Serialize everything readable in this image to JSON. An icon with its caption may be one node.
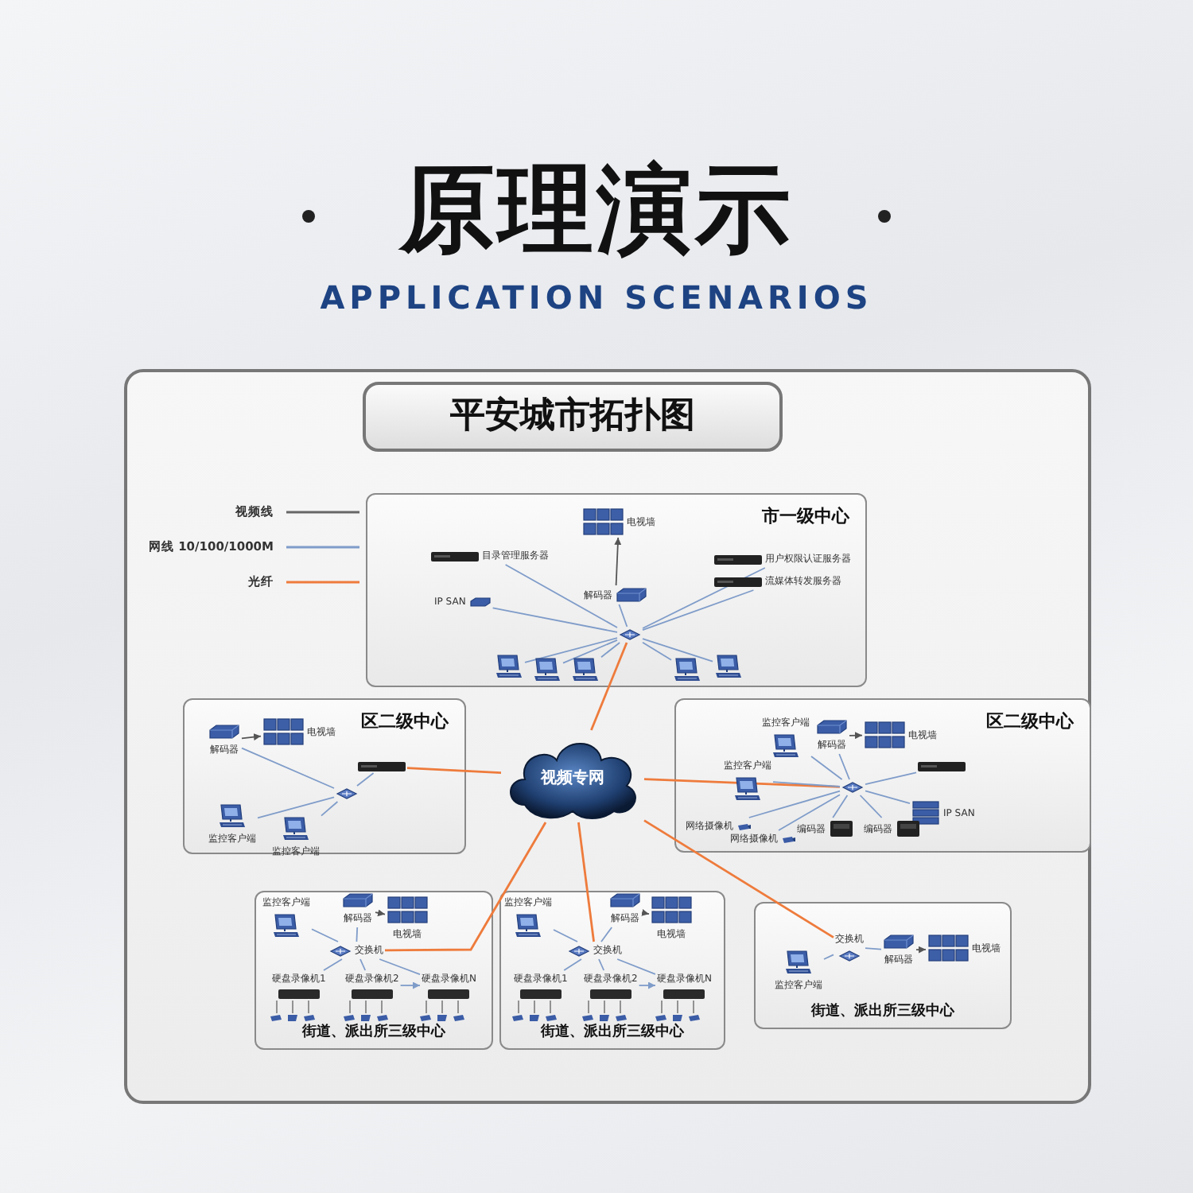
{
  "diagram": {
    "title": "原理演示",
    "nodes": [
      {
        "text": [
          "平安城市拓扑图"
        ]
      },
      {
        "text": [
          "市一级中心"
        ],
        "in": 0
      },
      {
        "text": [
          "目录管理服务器"
        ],
        "in": 1
      },
      {
        "text": [
          "电视墙"
        ],
        "in": 1
      },
      {
        "text": [
          "解码器"
        ],
        "in": 1
      },
      {
        "text": [
          "用户权限认证服务器"
        ],
        "in": 1
      },
      {
        "text": [
          "流媒体转发服务器"
        ],
        "in": 1
      },
      {
        "text": [
          "IP SAN"
        ],
        "in": 1
      },
      {
        "text": [],
        "shape": "picture",
        "in": 1
      },
      {
        "text": [],
        "shape": "picture",
        "in": 1
      },
      {
        "text": [],
        "shape": "picture",
        "in": 1
      },
      {
        "text": [],
        "shape": "picture",
        "in": 1
      },
      {
        "text": [],
        "shape": "picture",
        "in": 1
      },
      {
        "text": [],
        "shape": "picture",
        "in": 1
      },
      {
        "text": [
          "视频专网"
        ],
        "in": 0
      },
      {
        "text": [
          "区二级中心"
        ],
        "in": 0
      },
      {
        "text": [
          "解码器"
        ],
        "in": 15
      },
      {
        "text": [
          "电视墙"
        ],
        "in": 15
      },
      {
        "text": [],
        "shape": "picture",
        "in": 15
      },
      {
        "text": [],
        "shape": "picture",
        "in": 15
      },
      {
        "text": [
          "监控客户端"
        ],
        "in": 15
      },
      {
        "text": [
          "监控客户端"
        ],
        "in": 15
      },
      {
        "text": [
          "区二级中心"
        ],
        "in": 0
      },
      {
        "text": [
          "监控客户端"
        ],
        "in": 22
      },
      {
        "text": [
          "解码器"
        ],
        "in": 22
      },
      {
        "text": [
          "电视墙"
        ],
        "in": 22
      },
      {
        "text": [
          "监控客户端"
        ],
        "in": 22
      },
      {
        "text": [],
        "shape": "picture",
        "in": 22
      },
      {
        "text": [],
        "shape": "picture",
        "in": 22
      },
      {
        "text": [
          "IP SAN"
        ],
        "in": 22
      },
      {
        "text": [
          "网络摄像机"
        ],
        "in": 22
      },
      {
        "text": [
          "网络摄像机"
        ],
        "in": 22
      },
      {
        "text": [
          "编码器"
        ],
        "in": 22
      },
      {
        "text": [
          "编码器"
        ],
        "in": 22
      },
      {
        "text": [
          "街道、派出所三级中心"
        ],
        "in": 0
      },
      {
        "text": [
          "监控客户端"
        ],
        "in": 34
      },
      {
        "text": [
          "解码器"
        ],
        "in": 34
      },
      {
        "text": [
          "电视墙"
        ],
        "in": 34
      },
      {
        "text": [
          "交换机"
        ],
        "in": 34
      },
      {
        "text": [
          "硬盘录像机1"
        ],
        "in": 34
      },
      {
        "text": [
          "硬盘录像机2"
        ],
        "in": 34
      },
      {
        "text": [
          "硬盘录像机N"
        ],
        "in": 34
      },
      {
        "text": [
          "街道、派出所三级中心"
        ],
        "in": 0
      },
      {
        "text": [
          "监控客户端"
        ],
        "in": 42
      },
      {
        "text": [
          "解码器"
        ],
        "in": 42
      },
      {
        "text": [
          "电视墙"
        ],
        "in": 42
      },
      {
        "text": [
          "交换机"
        ],
        "in": 42
      },
      {
        "text": [
          "硬盘录像机1"
        ],
        "in": 42
      },
      {
        "text": [
          "硬盘录像机2"
        ],
        "in": 42
      },
      {
        "text": [
          "硬盘录像机N"
        ],
        "in": 42
      },
      {
        "text": [
          "街道、派出所三级中心"
        ],
        "in": 0
      },
      {
        "text": [
          "交换机"
        ],
        "in": 50
      },
      {
        "text": [
          "解码器"
        ],
        "in": 50
      },
      {
        "text": [
          "电视墙"
        ],
        "in": 50
      },
      {
        "text": [
          "监控客户端"
        ],
        "in": 50
      }
    ],
    "edges": [
      {
        "from": 2,
        "to": 8,
        "arrow": "none"
      },
      {
        "from": 5,
        "to": 8,
        "arrow": "none"
      },
      {
        "from": 6,
        "to": 8,
        "arrow": "none"
      },
      {
        "from": 7,
        "to": 8,
        "arrow": "none"
      },
      {
        "from": 4,
        "to": 8,
        "arrow": "none"
      },
      {
        "from": 4,
        "to": 3,
        "arrow": "to",
        "color": "#555555"
      },
      {
        "from": 9,
        "to": 8,
        "arrow": "none"
      },
      {
        "from": 10,
        "to": 8,
        "arrow": "none"
      },
      {
        "from": 11,
        "to": 8,
        "arrow": "none"
      },
      {
        "from": 12,
        "to": 8,
        "arrow": "none"
      },
      {
        "from": 13,
        "to": 8,
        "arrow": "none"
      },
      {
        "from": 8,
        "to": 14,
        "arrow": "none",
        "color": "#ee7b3c"
      },
      {
        "from": 16,
        "to": 17,
        "arrow": "to",
        "color": "#555555"
      },
      {
        "from": 18,
        "to": 14,
        "arrow": "none",
        "color": "#ee7b3c"
      },
      {
        "from": 16,
        "to": 19,
        "arrow": "none"
      },
      {
        "from": 18,
        "to": 19,
        "arrow": "none"
      },
      {
        "from": 20,
        "to": 19,
        "arrow": "none"
      },
      {
        "from": 21,
        "to": 19,
        "arrow": "none"
      },
      {
        "from": 27,
        "to": 14,
        "arrow": "none",
        "color": "#ee7b3c"
      },
      {
        "from": 23,
        "to": 27,
        "arrow": "none"
      },
      {
        "from": 24,
        "to": 27,
        "arrow": "none"
      },
      {
        "from": 24,
        "to": 25,
        "arrow": "to",
        "color": "#555555"
      },
      {
        "from": 26,
        "to": 27,
        "arrow": "none"
      },
      {
        "from": 28,
        "to": 27,
        "arrow": "none"
      },
      {
        "from": 29,
        "to": 27,
        "arrow": "none"
      },
      {
        "from": 30,
        "to": 27,
        "arrow": "none"
      },
      {
        "from": 31,
        "to": 27,
        "arrow": "none"
      },
      {
        "from": 32,
        "to": 27,
        "arrow": "none"
      },
      {
        "from": 33,
        "to": 27,
        "arrow": "none"
      },
      {
        "from": 38,
        "to": 14,
        "arrow": "none",
        "color": "#ee7b3c"
      },
      {
        "from": 35,
        "to": 38,
        "arrow": "none"
      },
      {
        "from": 36,
        "to": 38,
        "arrow": "none"
      },
      {
        "from": 36,
        "to": 37,
        "arrow": "to",
        "color": "#555555"
      },
      {
        "from": 39,
        "to": 38,
        "arrow": "none"
      },
      {
        "from": 40,
        "to": 38,
        "arrow": "none"
      },
      {
        "from": 41,
        "to": 38,
        "arrow": "none"
      },
      {
        "from": 40,
        "to": 41,
        "arrow": "to"
      },
      {
        "from": 46,
        "to": 14,
        "arrow": "none",
        "color": "#ee7b3c"
      },
      {
        "from": 43,
        "to": 46,
        "arrow": "none"
      },
      {
        "from": 44,
        "to": 46,
        "arrow": "none"
      },
      {
        "from": 44,
        "to": 45,
        "arrow": "to",
        "color": "#555555"
      },
      {
        "from": 47,
        "to": 46,
        "arrow": "none"
      },
      {
        "from": 48,
        "to": 46,
        "arrow": "none"
      },
      {
        "from": 49,
        "to": 46,
        "arrow": "none"
      },
      {
        "from": 48,
        "to": 49,
        "arrow": "to"
      },
      {
        "from": 51,
        "to": 14,
        "arrow": "none",
        "color": "#ee7b3c"
      },
      {
        "from": 51,
        "to": 52,
        "arrow": "none"
      },
      {
        "from": 52,
        "to": 53,
        "arrow": "to",
        "color": "#555555"
      },
      {
        "from": 54,
        "to": 51,
        "arrow": "none"
      }
    ],
    "labels": [
      "APPLICATION SCENARIOS"
    ],
    "legend": [
      {
        "text": "视频线"
      },
      {
        "text": "网线 10/100/1000M"
      },
      {
        "text": "光纤"
      }
    ]
  }
}
